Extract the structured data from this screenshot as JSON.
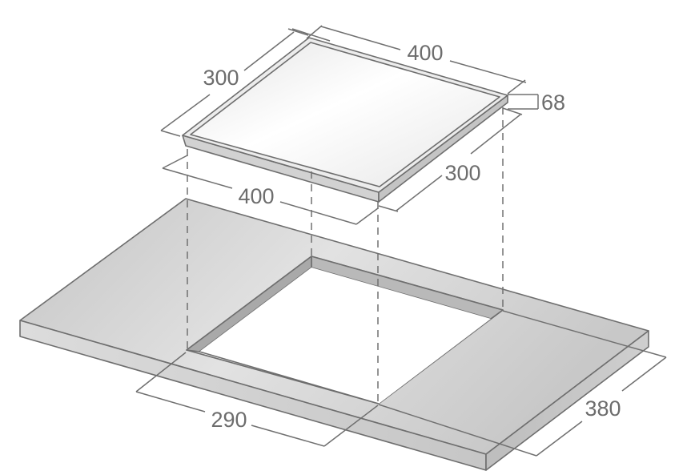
{
  "labels": {
    "hob_width_top": "400",
    "hob_depth_left": "300",
    "hob_height": "68",
    "hob_depth_right": "300",
    "hob_width_front": "400",
    "cutout_width": "290",
    "cutout_depth": "380"
  }
}
